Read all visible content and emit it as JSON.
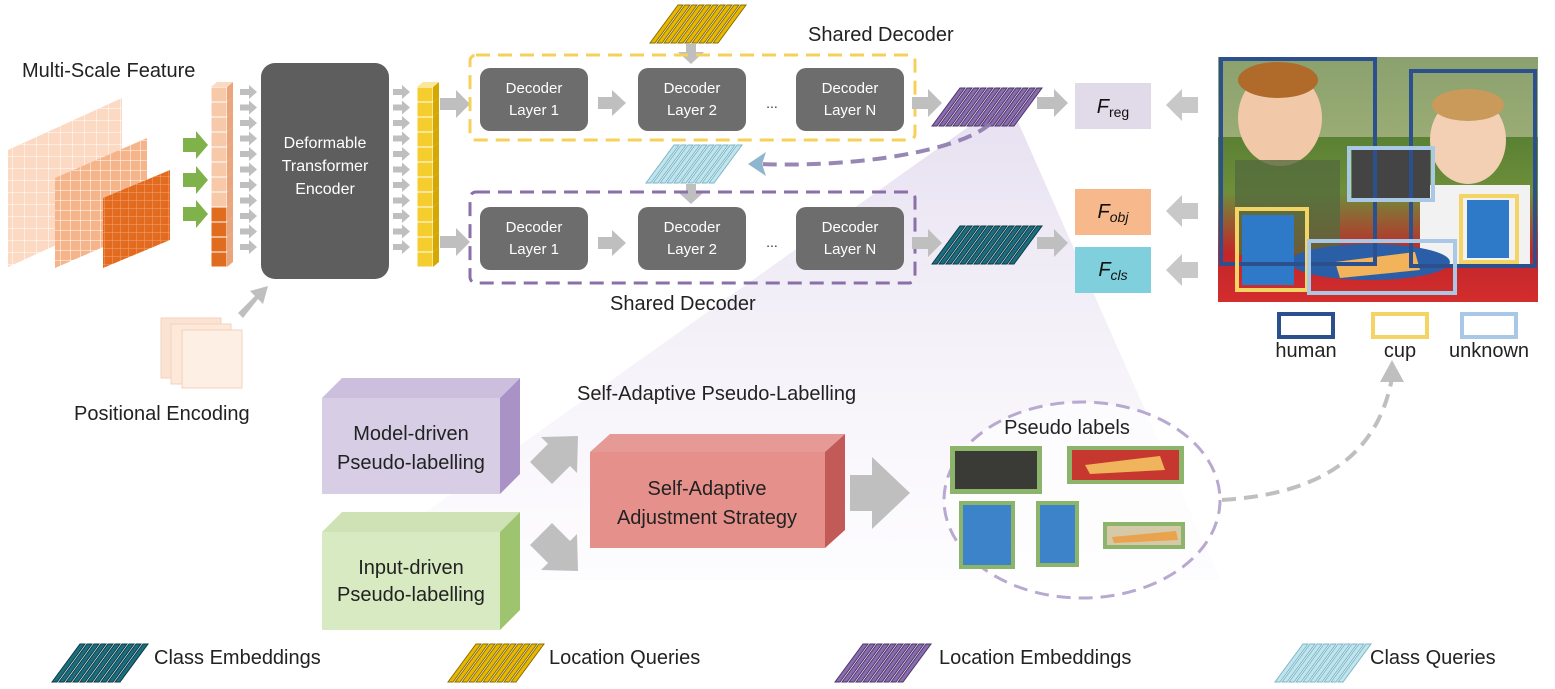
{
  "encoder": {
    "multi_scale_label": "Multi-Scale Feature",
    "positional_label": "Positional Encoding",
    "encoder_line1": "Deformable",
    "encoder_line2": "Transformer",
    "encoder_line3": "Encoder"
  },
  "decoders": {
    "top_title": "Shared Decoder",
    "bottom_title": "Shared Decoder",
    "layer_word": "Decoder",
    "layer1": "Layer 1",
    "layer2": "Layer 2",
    "layerN": "Layer N",
    "ellipsis": "..."
  },
  "heads": {
    "reg_main": "F",
    "reg_sub": "reg",
    "obj_main": "F",
    "obj_sub": "obj",
    "cls_main": "F",
    "cls_sub": "cls"
  },
  "image_legend": {
    "human": "human",
    "cup": "cup",
    "unknown": "unknown"
  },
  "pseudo": {
    "section_title": "Self-Adaptive Pseudo-Labelling",
    "model_line1": "Model-driven",
    "model_line2": "Pseudo-labelling",
    "input_line1": "Input-driven",
    "input_line2": "Pseudo-labelling",
    "strategy_line1": "Self-Adaptive",
    "strategy_line2": "Adjustment Strategy",
    "labels_title": "Pseudo labels"
  },
  "legend": {
    "class_embeddings": "Class Embeddings",
    "location_queries": "Location Queries",
    "location_embeddings": "Location Embeddings",
    "class_queries": "Class Queries"
  },
  "colors": {
    "decoder_gray": "#6d6d6d",
    "encoder_gray": "#5e5e5e",
    "arrow_gray": "#bfbfbf",
    "orange_light": "#f8c9a8",
    "orange_dark": "#e06d1f",
    "yellow_dash": "#f5d15a",
    "purple_dash": "#8a6fa8",
    "teal": "#1a6e7f",
    "gold": "#e8b800",
    "purple": "#8b6bb0",
    "light_blue": "#a9dbe8",
    "reg_fill": "#e1dbe9",
    "obj_fill": "#f7b98c",
    "cls_fill": "#7fcfdc",
    "human_box": "#2c4f8e",
    "cup_box": "#f5d466",
    "unknown_box": "#a9c8e6"
  }
}
